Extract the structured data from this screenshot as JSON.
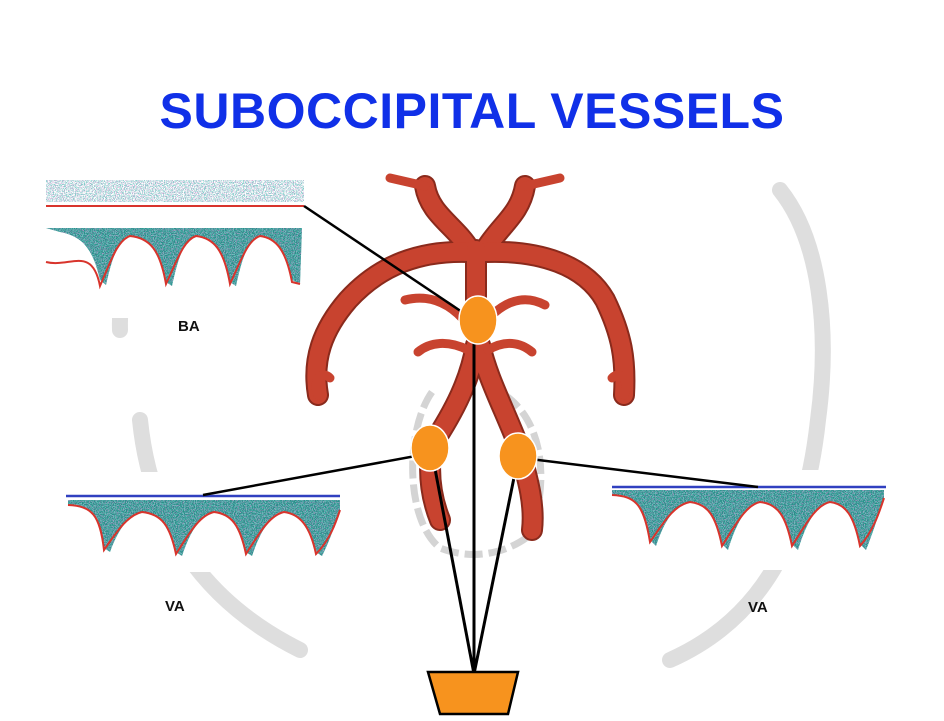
{
  "title": "SUBOCCIPITAL VESSELS",
  "labels": {
    "ba": "BA",
    "va_left": "VA",
    "va_right": "VA"
  },
  "colors": {
    "title": "#1030e8",
    "artery": "#c8432f",
    "artery_edge": "#8a2a1c",
    "probe_site": "#f7931e",
    "probe": "#f7931e",
    "skull": "#d9d9d9",
    "doppler_teal": "#2a8f8a",
    "doppler_magenta": "#b0369b",
    "doppler_envelope": "#d8342c",
    "doppler_baseline": "#3040c0"
  }
}
